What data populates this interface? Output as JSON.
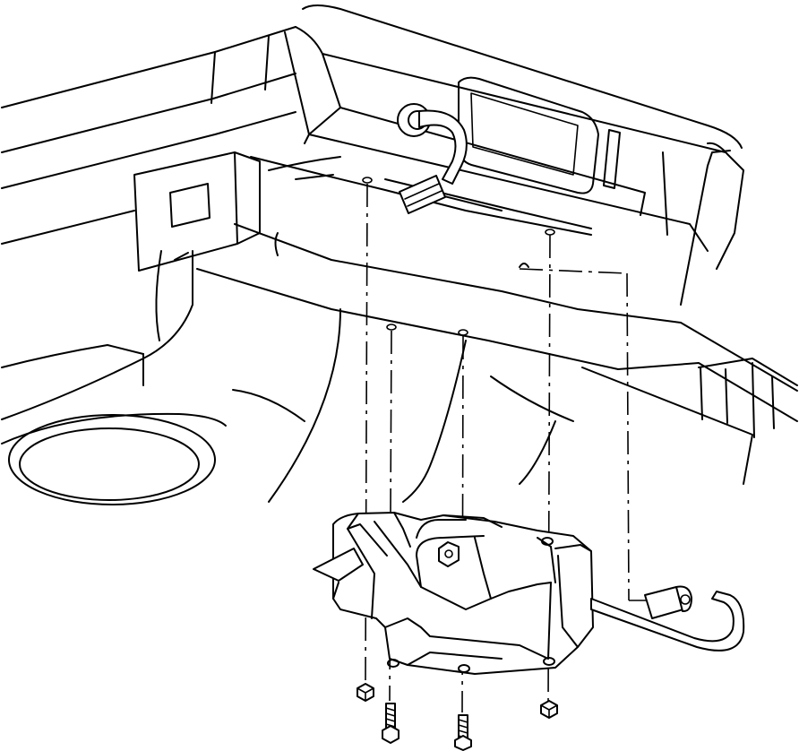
{
  "figure": {
    "style": "line-art exploded installation diagram",
    "line_color": "#000000",
    "background_color": "#ffffff",
    "components": [
      "vehicle-underbody",
      "mounting-bracket",
      "hose-assembly",
      "upper-hose-connector",
      "fasteners"
    ],
    "fastener_count": 4,
    "mounting_hole_count": 4
  }
}
